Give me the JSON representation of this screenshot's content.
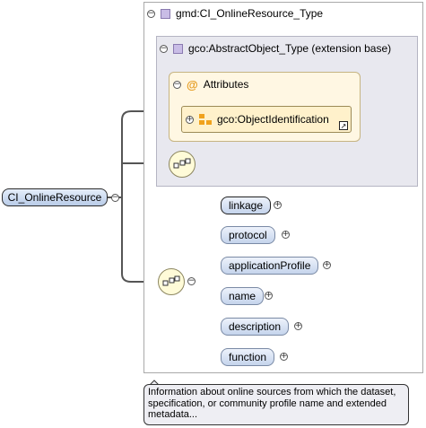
{
  "complex_type": {
    "name": "gmd:CI_OnlineResource_Type"
  },
  "extension": {
    "name": "gco:AbstractObject_Type (extension base)"
  },
  "attributes": {
    "label": "Attributes",
    "item": "gco:ObjectIdentification"
  },
  "root": {
    "name": "CI_OnlineResource"
  },
  "elements": [
    {
      "name": "linkage"
    },
    {
      "name": "protocol"
    },
    {
      "name": "applicationProfile"
    },
    {
      "name": "name"
    },
    {
      "name": "description"
    },
    {
      "name": "function"
    }
  ],
  "documentation": "Information about online sources from which the dataset, specification, or community profile name and extended metadata..."
}
